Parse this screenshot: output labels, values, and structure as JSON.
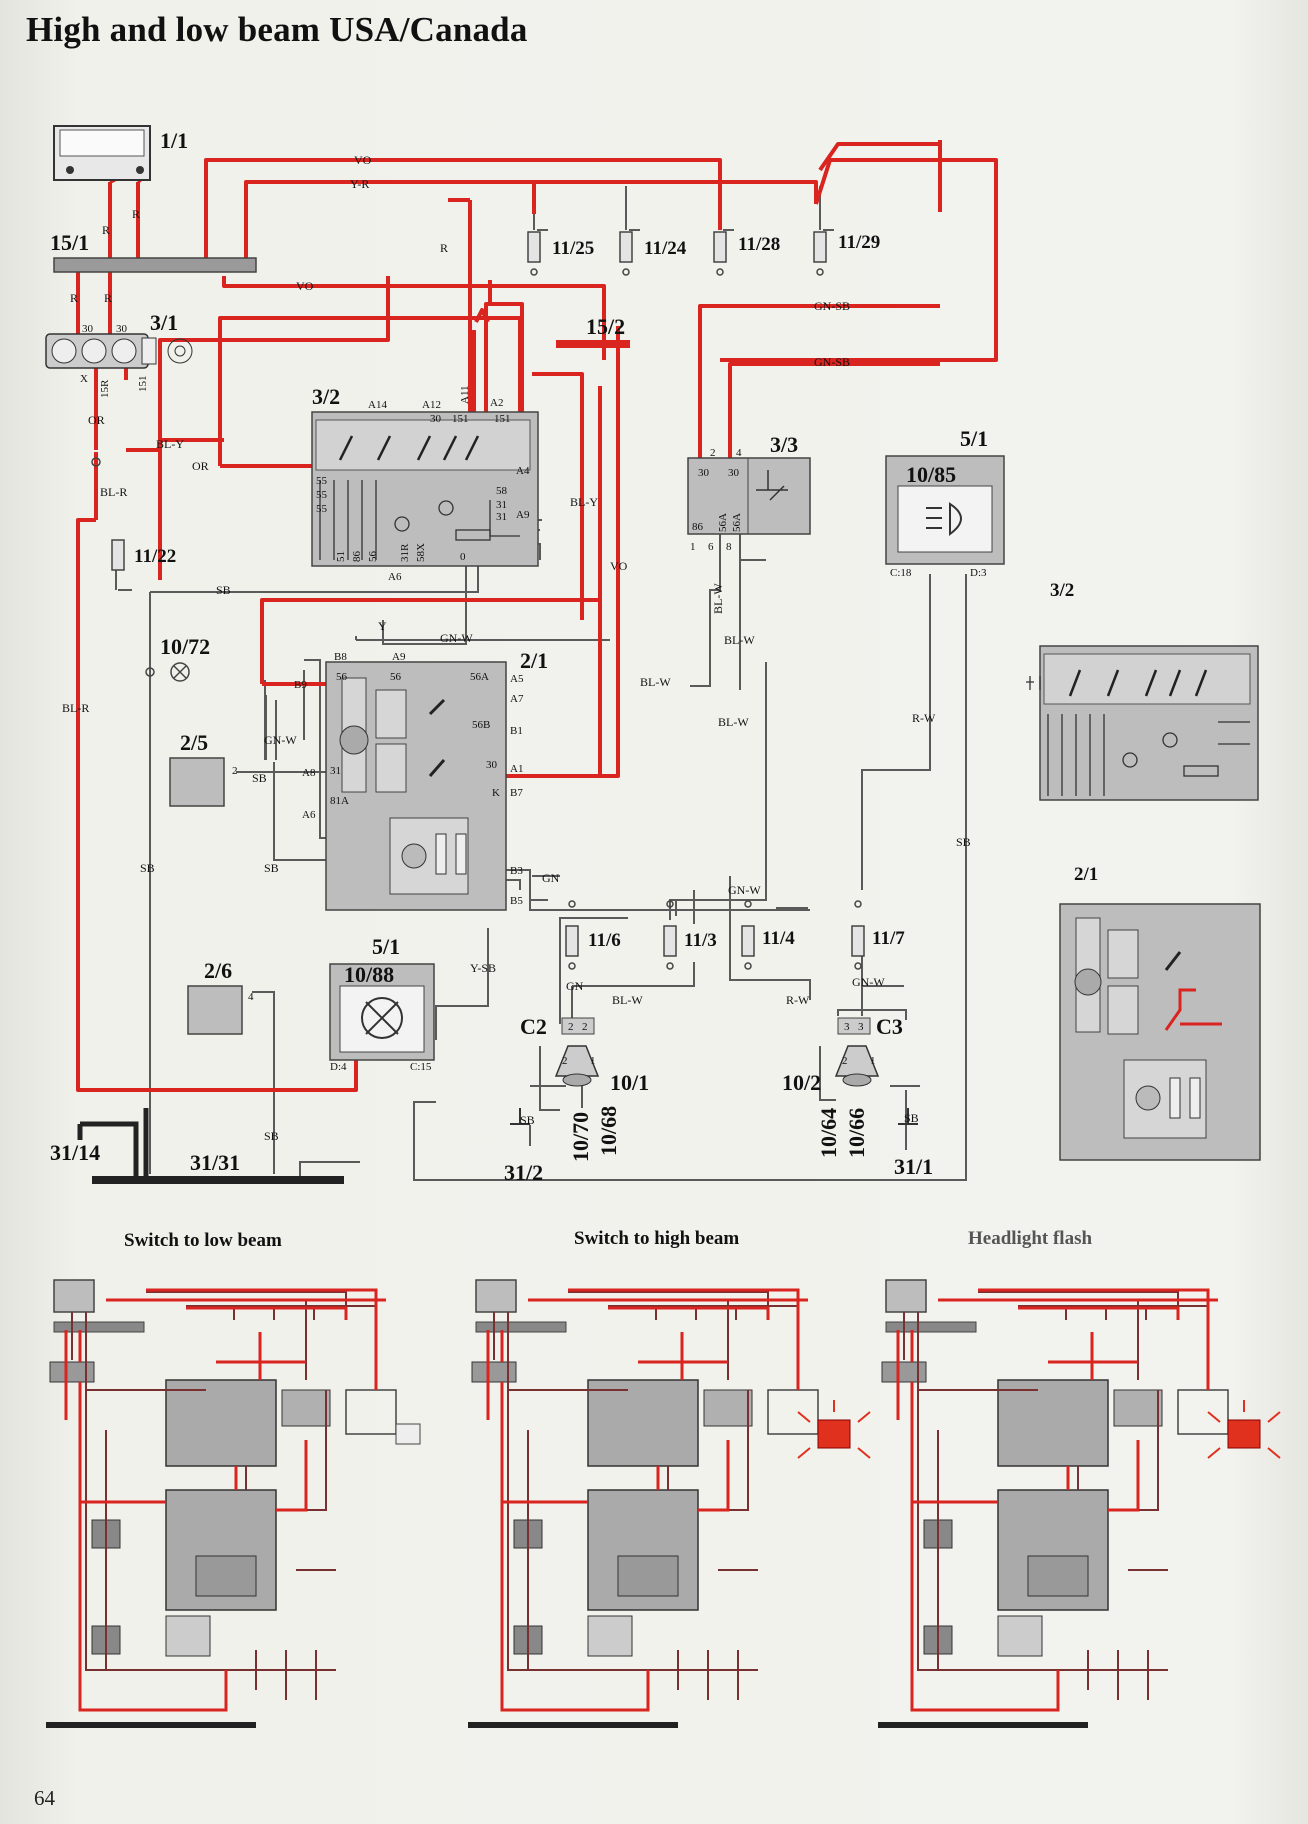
{
  "title": "High and low beam USA/Canada",
  "page_number": "64",
  "captions": {
    "low": "Switch to low beam",
    "high": "Switch to high beam",
    "flash": "Headlight flash"
  },
  "component_labels": {
    "c1_1": "1/1",
    "c15_1": "15/1",
    "c3_1": "3/1",
    "c3_2": "3/2",
    "c15_2": "15/2",
    "c11_25": "11/25",
    "c11_24": "11/24",
    "c11_28": "11/28",
    "c11_29": "11/29",
    "c3_3": "3/3",
    "c5_1a": "5/1",
    "c10_85": "10/85",
    "c11_22": "11/22",
    "c10_72": "10/72",
    "c2_1": "2/1",
    "c2_5": "2/5",
    "c2_6": "2/6",
    "c5_1b": "5/1",
    "c10_88": "10/88",
    "c11_6": "11/6",
    "c11_3": "11/3",
    "c11_4": "11/4",
    "c11_7": "11/7",
    "cC2": "C2",
    "cC3": "C3",
    "c10_1": "10/1",
    "c10_2": "10/2",
    "c10_70": "10/70",
    "c10_68": "10/68",
    "c10_64": "10/64",
    "c10_66": "10/66",
    "c31_14": "31/14",
    "c31_31": "31/31",
    "c31_2": "31/2",
    "c31_1": "31/1",
    "c3_2_detail": "3/2",
    "c2_1_detail": "2/1"
  },
  "wire_labels": {
    "vo_top": "VO",
    "yr_top": "Y-R",
    "r_a": "R",
    "r_b": "R",
    "r_c": "R",
    "r_d": "R",
    "r_e": "R",
    "vo_mid": "VO",
    "gnsb_a": "GN-SB",
    "gnsb_b": "GN-SB",
    "bly_a": "BL-Y",
    "or_a": "OR",
    "or_b": "OR",
    "blr_a": "BL-R",
    "blr_b": "BL-R",
    "bly_b": "BL-Y",
    "vo_c": "VO",
    "sb_a": "SB",
    "y_a": "Y",
    "gnw_a": "GN-W",
    "gnw_b": "GN-W",
    "blw_a": "BL-W",
    "blw_b": "BL-W",
    "blw_c": "BL-W",
    "blw_d": "BL-W",
    "blw_e": "BL-W",
    "rw_a": "R-W",
    "rw_b": "R-W",
    "sb_b": "SB",
    "sb_c": "SB",
    "sb_d": "SB",
    "sb_e": "SB",
    "sb_f": "SB",
    "sb_g": "SB",
    "sb_h": "SB",
    "ysb": "Y-SB",
    "gn_a": "GN",
    "gn_b": "GN",
    "gnw_c": "GN-W",
    "gnw_d": "GN-W"
  },
  "pin_labels": {
    "p30a": "30",
    "p30b": "30",
    "pX": "X",
    "p15R": "15R",
    "p151": "151",
    "pA14": "A14",
    "pA12": "A12",
    "pA11": "A11",
    "pA2": "A2",
    "p30c": "30",
    "p151b": "151",
    "p151c": "151",
    "pA4": "A4",
    "p58": "58",
    "p31a": "31",
    "p31b": "31",
    "pA9": "A9",
    "p55a": "55",
    "p55b": "55",
    "p55c": "55",
    "p51": "51",
    "p86": "86",
    "p56": "56",
    "p31R": "31R",
    "p58X": "58X",
    "p0": "0",
    "pA6": "A6",
    "p2": "2",
    "p4": "4",
    "p30d": "30",
    "p30e": "30",
    "p86b": "86",
    "p56Aa": "56A",
    "p56Ab": "56A",
    "p1": "1",
    "p6": "6",
    "p8": "8",
    "pC18": "C:18",
    "pD3": "D:3",
    "pB8": "B8",
    "pA9b": "A9",
    "p56c": "56",
    "p56d": "56",
    "p56Ac": "56A",
    "pA5": "A5",
    "pA7": "A7",
    "p56B": "56B",
    "pB1": "B1",
    "p30f": "30",
    "pA1": "A1",
    "pK": "K",
    "pB7": "B7",
    "pB9": "B9",
    "pA8": "A8",
    "p31c": "31",
    "p81A": "81A",
    "pA6b": "A6",
    "pB3": "B3",
    "pB5": "B5",
    "p2b": "2",
    "p4b": "4",
    "pD4": "D:4",
    "pC15": "C:15",
    "p2c": "2",
    "p2d": "2",
    "p2e": "2",
    "p3a": "3",
    "p3b": "3",
    "p2f": "2",
    "p1b": "1",
    "p1c": "1"
  },
  "colors": {
    "live_wire": "#d9241f",
    "ground_wire": "#666666",
    "component_fill": "#bdbdbd",
    "lamp_on": "#e0301e"
  }
}
